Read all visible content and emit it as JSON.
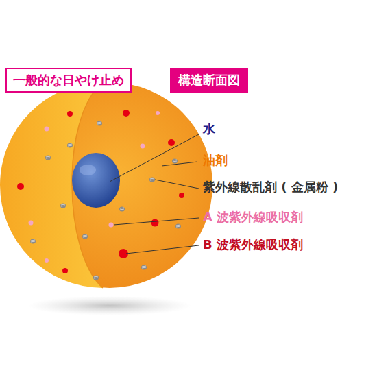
{
  "diagram": {
    "nodes": [
      {
        "text": [
          "一般的な日やけ止め"
        ]
      },
      {
        "text": [
          "構造断面図"
        ]
      }
    ],
    "labels": [
      "水",
      "油剤",
      "紫外線散乱剤 ( 金属粉 )",
      "A 波紫外線吸収剤",
      "B 波紫外線吸収剤"
    ]
  }
}
